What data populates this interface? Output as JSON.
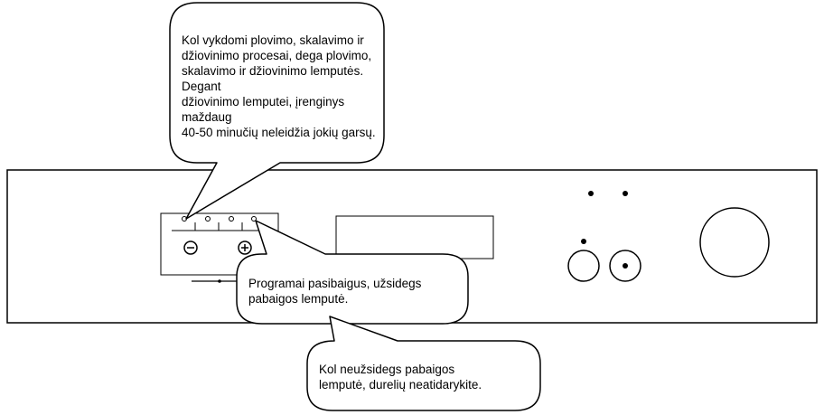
{
  "callouts": {
    "top": "Kol vykdomi plovimo, skalavimo ir\ndžiovinimo procesai, dega plovimo,\nskalavimo ir džiovinimo lemputės. Degant\ndžiovinimo lemputei, įrenginys maždaug\n40-50 minučių neleidžia jokių garsų.",
    "middle": "Programai pasibaigus, užsidegs\npabaigos lemputė.",
    "bottom": "Kol neužsidegs pabaigos\nlemputė, durelių neatidarykite."
  },
  "buttons": {
    "minus_symbol": "−",
    "plus_symbol": "+"
  },
  "icons": {
    "minus": "minus-button-icon",
    "plus": "plus-button-icon",
    "power": "power-knob-icon"
  }
}
